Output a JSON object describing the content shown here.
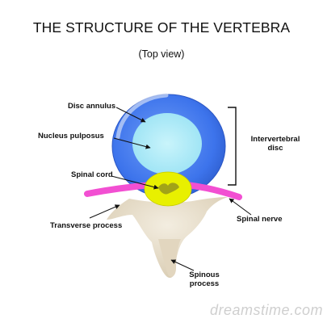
{
  "title": "THE STRUCTURE OF THE VERTEBRA",
  "subtitle": "(Top view)",
  "labels": {
    "disc_annulus": "Disc annulus",
    "nucleus_pulposus": "Nucleus pulposus",
    "spinal_cord": "Spinal cord",
    "transverse_process": "Transverse process",
    "intervertebral_disc_1": "Intervertebral",
    "intervertebral_disc_2": "disc",
    "spinal_nerve": "Spinal nerve",
    "spinous_process_1": "Spinous",
    "spinous_process_2": "process"
  },
  "watermark": "dreamstime.com",
  "colors": {
    "disc_annulus": "#3d74ec",
    "nucleus_pulposus": "#a9e9f7",
    "spinal_cord": "#e8f000",
    "spinal_nerve": "#f24fd2",
    "bone": "#e8ddc8"
  }
}
